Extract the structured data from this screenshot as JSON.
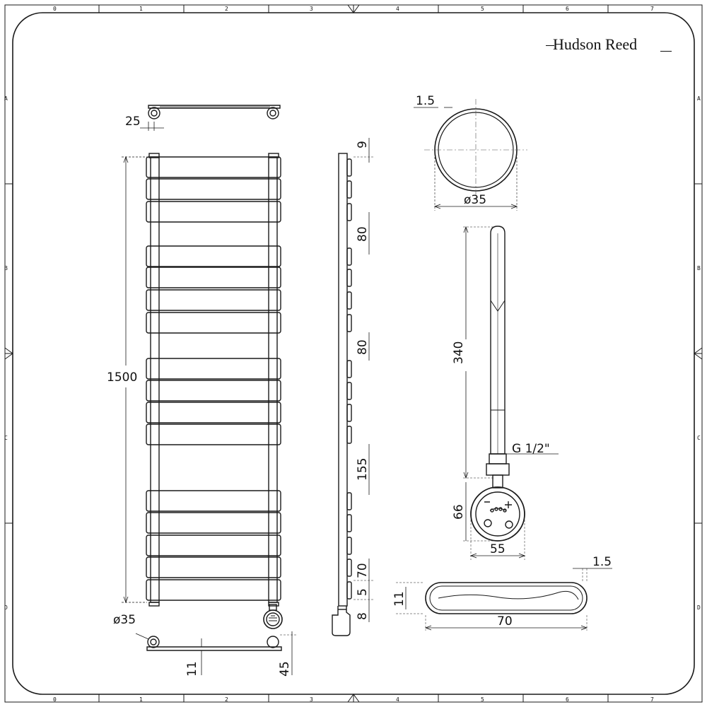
{
  "brand": {
    "name": "Hudson Reed"
  },
  "frame": {
    "column_labels": [
      "0",
      "1",
      "2",
      "3",
      "4",
      "5",
      "6",
      "7"
    ],
    "row_labels": [
      "A",
      "B",
      "C",
      "D"
    ]
  },
  "dimensions": {
    "top_view_offset": "25",
    "overall_height": "1500",
    "pipe_diameter_bottom": "ø35",
    "valve_offset": "11",
    "valve_drop": "45",
    "side_top": "9",
    "side_gap_1": "80",
    "side_gap_2": "80",
    "side_gap_3": "155",
    "side_bar": "70",
    "side_gap_small": "5",
    "side_bottom": "8",
    "tube_wall": "1.5",
    "tube_diameter": "ø35",
    "element_length": "340",
    "element_thread": "G 1/2\"",
    "controller_height": "66",
    "controller_width": "55",
    "bar_wall": "1.5",
    "bar_height": "11",
    "bar_width": "70"
  },
  "colors": {
    "line": "#1a1a1a",
    "dash": "#555555",
    "background": "#ffffff"
  }
}
